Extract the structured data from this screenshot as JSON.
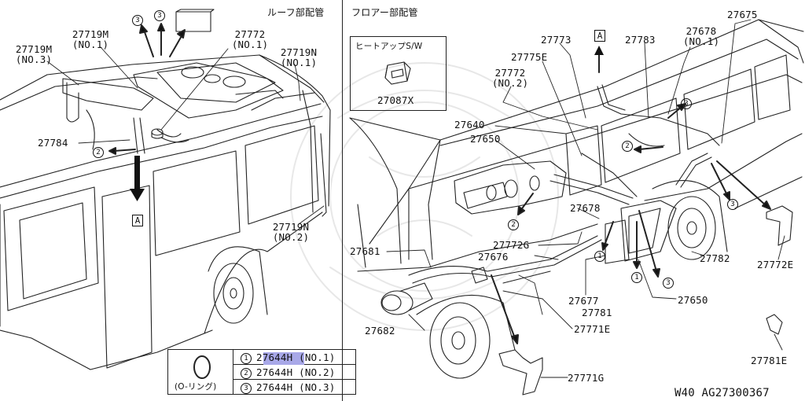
{
  "headers": {
    "roof": "ルーフ部配管",
    "floor": "フロアー部配管"
  },
  "left_labels": {
    "p27719m_n1": "27719M",
    "p27719m_n1_sub": "(NO.1)",
    "p27719m_n3": "27719M",
    "p27719m_n3_sub": "(NO.3)",
    "p27772_n1": "27772",
    "p27772_n1_sub": "(NO.1)",
    "p27719n_n1": "27719N",
    "p27719n_n1_sub": "(NO.1)",
    "p27784": "27784",
    "p27719n_n2": "27719N",
    "p27719n_n2_sub": "(NO.2)"
  },
  "inset": {
    "title": "ヒートアップS/W",
    "part": "27087X"
  },
  "right_labels": {
    "p27675": "27675",
    "p27773": "27773",
    "p27783": "27783",
    "p27678_n1": "27678",
    "p27678_n1_sub": "(NO.1)",
    "p27775e": "27775E",
    "p27772_n2": "27772",
    "p27772_n2_sub": "(NO.2)",
    "p27640": "27640",
    "p27650_top": "27650",
    "p27678": "27678",
    "p27772g": "27772G",
    "p27676": "27676",
    "p27681": "27681",
    "p27782": "27782",
    "p27772e": "27772E",
    "p27650_bottom": "27650",
    "p27677": "27677",
    "p27781": "27781",
    "p27682": "27682",
    "p27771e": "27771E",
    "p27781e": "27781E",
    "p27771g": "27771G"
  },
  "callouts": {
    "one": "1",
    "two": "2",
    "three": "3",
    "a": "A"
  },
  "legend": {
    "o_ring": "(O-リング)",
    "rows": [
      {
        "num": "1",
        "part": "27644H",
        "spec": "(NO.1)"
      },
      {
        "num": "2",
        "part": "27644H",
        "spec": "(NO.2)"
      },
      {
        "num": "3",
        "part": "27644H",
        "spec": "(NO.3)"
      }
    ]
  },
  "footer": {
    "code": "W40 AG27300367"
  }
}
